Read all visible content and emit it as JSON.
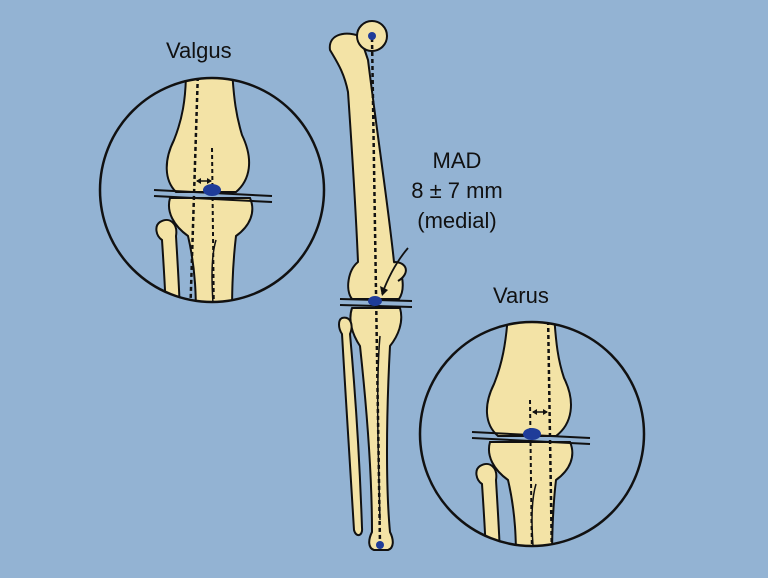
{
  "labels": {
    "valgus": "Valgus",
    "varus": "Varus",
    "mad_title": "MAD",
    "mad_value": "8 ± 7 mm",
    "mad_side": "(medial)"
  },
  "colors": {
    "background": "#93b3d3",
    "bone": "#f3e3a6",
    "outline": "#111111",
    "center_point": "#1f3c99"
  }
}
